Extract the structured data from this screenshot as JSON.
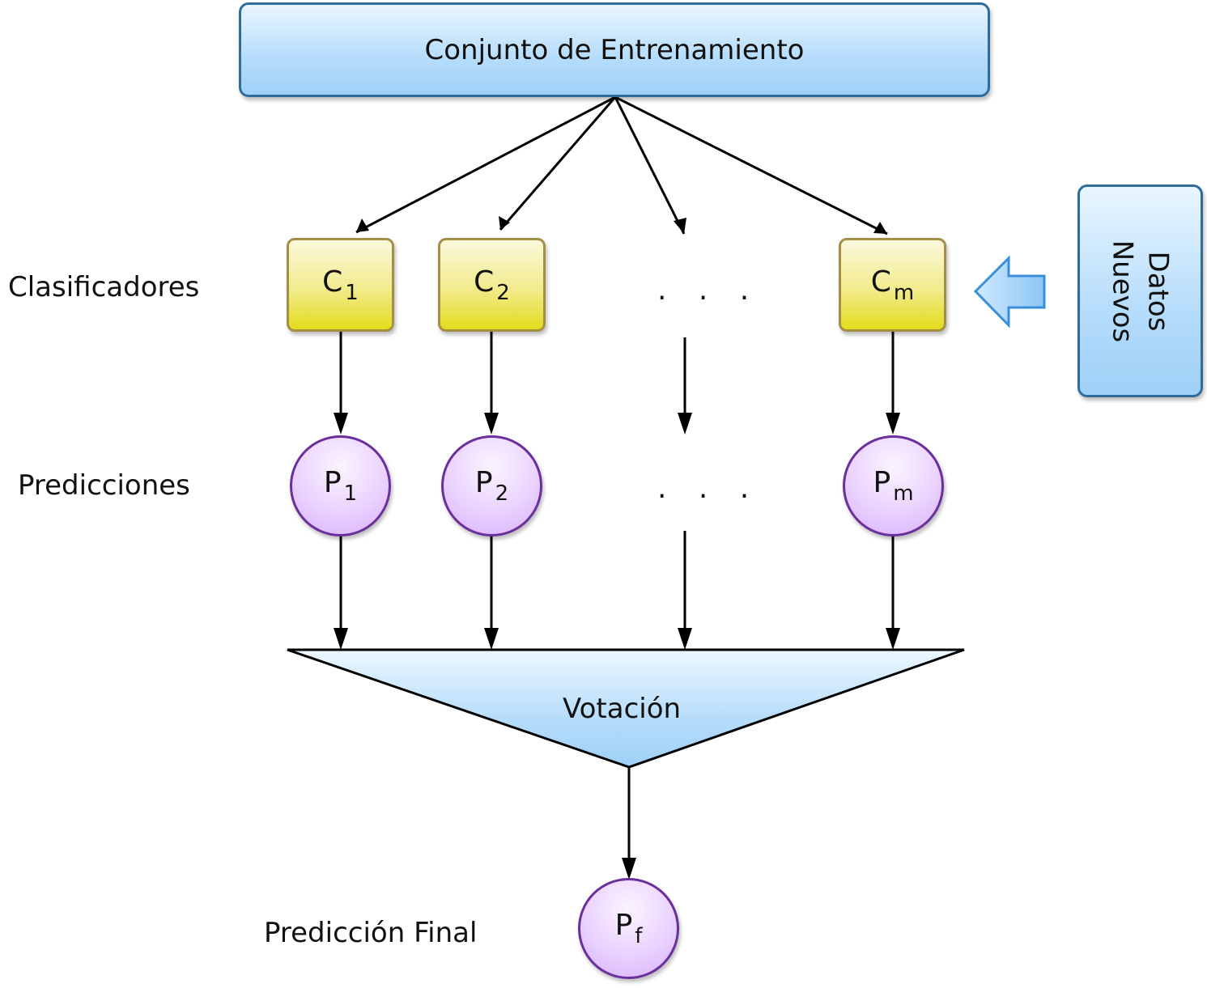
{
  "training_set": {
    "label": "Conjunto de Entrenamiento"
  },
  "row_labels": {
    "classifiers": "Clasificadores",
    "predictions": "Predicciones",
    "final_prediction": "Predicción Final"
  },
  "classifiers": [
    {
      "letter": "C",
      "index": "1"
    },
    {
      "letter": "C",
      "index": "2"
    },
    {
      "letter": "C",
      "index": "m"
    }
  ],
  "predictions": [
    {
      "letter": "P",
      "index": "1"
    },
    {
      "letter": "P",
      "index": "2"
    },
    {
      "letter": "P",
      "index": "m"
    }
  ],
  "ellipsis": ". . .",
  "voting": {
    "label": "Votación"
  },
  "final": {
    "letter": "P",
    "index": "f"
  },
  "new_data": {
    "line1": "Datos",
    "line2": "Nuevos"
  },
  "colors": {
    "blue_border": "#2f6c9c",
    "blue_fill": "#b5dcfb",
    "yellow_border": "#a38f46",
    "yellow_fill": "#e2dc1c",
    "purple_border": "#6a2f9b",
    "purple_fill": "#d7b0fb",
    "arrow": "#000000",
    "input_arrow": "#3a8fd8"
  }
}
